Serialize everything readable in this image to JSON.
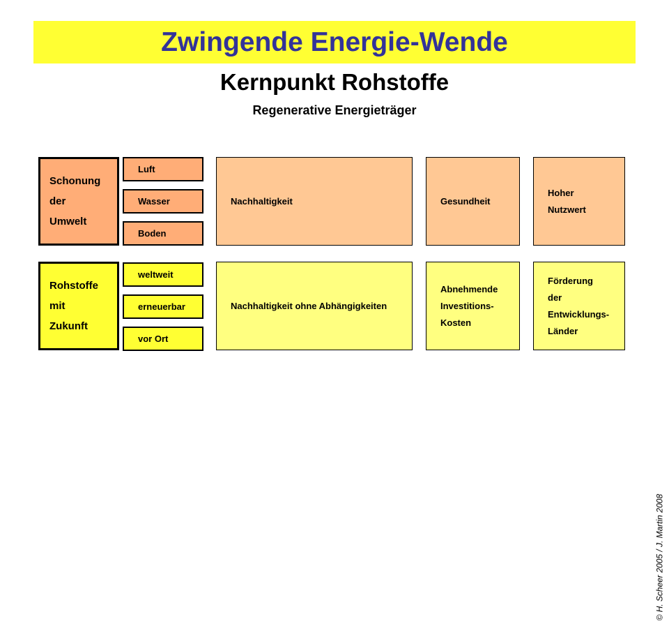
{
  "banner": {
    "title": "Zwingende Energie-Wende",
    "bg": "#FFFF33",
    "text_color": "#333399"
  },
  "heading": "Kernpunkt Rohstoffe",
  "subheading": "Regenerative Energieträger",
  "rows": [
    {
      "left_bg": "#FFAD77",
      "right_bg": "#FFC894",
      "lead": {
        "lines": [
          "Schonung",
          "der",
          "Umwelt"
        ]
      },
      "small": {
        "items": [
          "Luft",
          "Wasser",
          "Boden"
        ]
      },
      "wide": {
        "lines": [
          "Nachhaltigkeit"
        ]
      },
      "col4": {
        "lines": [
          "Gesundheit"
        ]
      },
      "col5": {
        "lines": [
          "Hoher",
          "Nutzwert"
        ]
      }
    },
    {
      "left_bg": "#FFFF33",
      "right_bg": "#FFFF80",
      "lead": {
        "lines": [
          "Rohstoffe",
          "mit",
          "Zukunft"
        ]
      },
      "small": {
        "items": [
          "weltweit",
          "erneuerbar",
          "vor Ort"
        ]
      },
      "wide": {
        "lines": [
          "Nachhaltigkeit ohne Abhängigkeiten"
        ]
      },
      "col4": {
        "lines": [
          "Abnehmende",
          "Investitions-",
          "Kosten"
        ]
      },
      "col5": {
        "lines": [
          "Förderung",
          "der",
          "Entwicklungs-",
          "Länder"
        ]
      }
    }
  ],
  "copyright": "© H. Scheer 2005 / J. Martin 2008"
}
